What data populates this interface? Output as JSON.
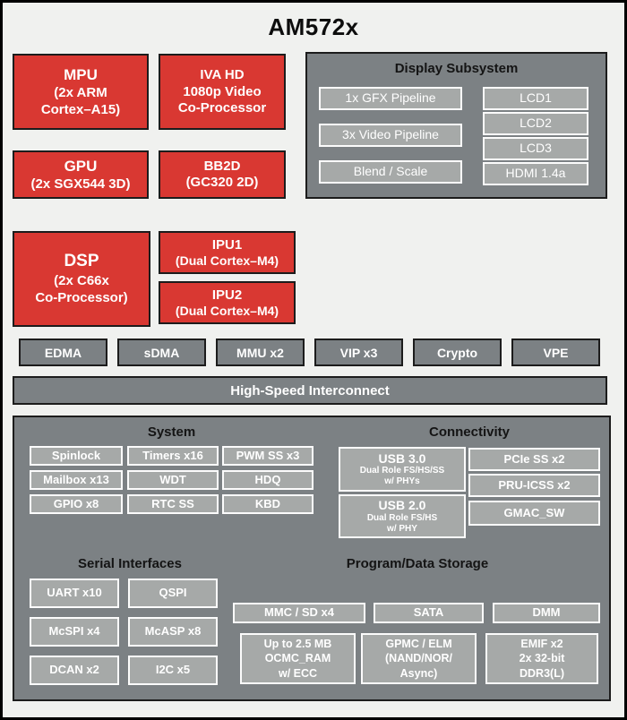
{
  "title": "AM572x",
  "colors": {
    "red": "#d93832",
    "gray": "#7c8184",
    "chip": "#a6a9a8",
    "page_bg": "#f0f1ef"
  },
  "processors": [
    {
      "id": "mpu",
      "title": "MPU",
      "subs": [
        "(2x ARM",
        "Cortex–A15)"
      ]
    },
    {
      "id": "iva",
      "title": "IVA HD",
      "subs": [
        "1080p Video",
        "Co-Processor"
      ]
    },
    {
      "id": "gpu",
      "title": "GPU",
      "subs": [
        "(2x SGX544 3D)"
      ]
    },
    {
      "id": "bb2d",
      "title": "BB2D",
      "subs": [
        "(GC320 2D)"
      ]
    },
    {
      "id": "dsp",
      "title": "DSP",
      "subs": [
        "(2x C66x",
        "Co-Processor)"
      ]
    },
    {
      "id": "ipu1",
      "title": "IPU1",
      "subs": [
        "(Dual Cortex–M4)"
      ]
    },
    {
      "id": "ipu2",
      "title": "IPU2",
      "subs": [
        "(Dual Cortex–M4)"
      ]
    }
  ],
  "display_subsystem": {
    "title": "Display Subsystem",
    "pipelines": [
      "1x GFX Pipeline",
      "3x Video Pipeline",
      "Blend / Scale"
    ],
    "outputs": [
      "LCD1",
      "LCD2",
      "LCD3",
      "HDMI 1.4a"
    ]
  },
  "dma_row": [
    "EDMA",
    "sDMA",
    "MMU x2",
    "VIP x3",
    "Crypto",
    "VPE"
  ],
  "interconnect": "High-Speed Interconnect",
  "system": {
    "title": "System",
    "items": [
      "Spinlock",
      "Timers x16",
      "PWM SS x3",
      "Mailbox x13",
      "WDT",
      "HDQ",
      "GPIO x8",
      "RTC SS",
      "KBD"
    ]
  },
  "connectivity": {
    "title": "Connectivity",
    "usb": [
      {
        "title": "USB 3.0",
        "lines": [
          "Dual Role FS/HS/SS",
          "w/ PHYs"
        ]
      },
      {
        "title": "USB 2.0",
        "lines": [
          "Dual Role FS/HS",
          "w/ PHY"
        ]
      }
    ],
    "items": [
      "PCIe SS x2",
      "PRU-ICSS x2",
      "GMAC_SW"
    ]
  },
  "serial": {
    "title": "Serial Interfaces",
    "items": [
      "UART x10",
      "QSPI",
      "McSPI x4",
      "McASP x8",
      "DCAN x2",
      "I2C x5"
    ]
  },
  "storage": {
    "title": "Program/Data Storage",
    "row1": [
      "MMC / SD x4",
      "SATA",
      "DMM"
    ],
    "row2": [
      [
        "Up to 2.5 MB",
        "OCMC_RAM",
        "w/ ECC"
      ],
      [
        "GPMC / ELM",
        "(NAND/NOR/",
        "Async)"
      ],
      [
        "EMIF x2",
        "2x 32-bit",
        "DDR3(L)"
      ]
    ]
  }
}
